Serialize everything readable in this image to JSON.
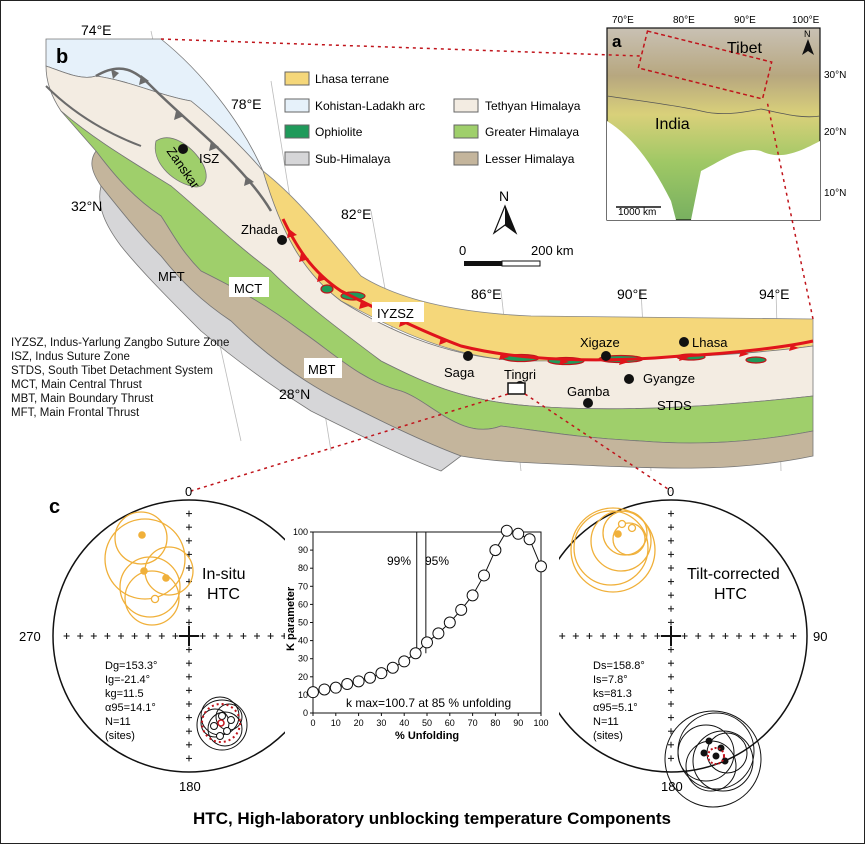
{
  "panels": {
    "a": "a",
    "b": "b",
    "c": "c"
  },
  "inset_map": {
    "lon_ticks": [
      "70°E",
      "80°E",
      "90°E",
      "100°E"
    ],
    "lat_ticks": [
      "30°N",
      "20°N",
      "10°N"
    ],
    "labels": {
      "tibet": "Tibet",
      "india": "India"
    },
    "scale": "1000 km",
    "north": "N"
  },
  "main_map": {
    "lon_ticks": [
      "74°E",
      "78°E",
      "82°E",
      "86°E",
      "90°E",
      "94°E"
    ],
    "lat_ticks": [
      "32°N",
      "28°N"
    ],
    "north": "N",
    "scale": {
      "zero": "0",
      "end": "200 km"
    },
    "features": [
      "ISZ",
      "Zanskar",
      "MFT",
      "MCT",
      "MBT",
      "IYZSZ",
      "STDS"
    ],
    "places": [
      "Zhada",
      "Saga",
      "Tingri",
      "Gamba",
      "Xigaze",
      "Gyangze",
      "Lhasa"
    ],
    "legend": [
      {
        "label": "Lhasa terrane",
        "color": "#f5d77a"
      },
      {
        "label": "Kohistan-Ladakh arc",
        "color": "#e6f1fa"
      },
      {
        "label": "Ophiolite",
        "color": "#1f9a5a"
      },
      {
        "label": "Sub-Himalaya",
        "color": "#d6d6d8"
      },
      {
        "label": "Tethyan Himalaya",
        "color": "#f3ece2"
      },
      {
        "label": "Greater Himalaya",
        "color": "#9fcf6b"
      },
      {
        "label": "Lesser Himalaya",
        "color": "#c4b59c"
      }
    ],
    "abbreviations": [
      "IYZSZ, Indus-Yarlung Zangbo Suture Zone",
      "ISZ, Indus Suture Zone",
      "STDS, South Tibet Detachment System",
      "MCT, Main Central Thrust",
      "MBT, Main Boundary Thrust",
      "MFT, Main Frontal Thrust"
    ]
  },
  "stereonets": {
    "angles": {
      "n": "0",
      "s": "180",
      "w": "270",
      "e": "90"
    },
    "insitu": {
      "title": "In-situ",
      "subtitle": "HTC",
      "stats": [
        "Dg=153.3°",
        "Ig=-21.4°",
        "kg=11.5",
        "α95=14.1°",
        "N=11",
        "(sites)"
      ]
    },
    "tilt": {
      "title": "Tilt-corrected",
      "subtitle": "HTC",
      "stats": [
        "Ds=158.8°",
        "Is=7.8°",
        "ks=81.3",
        "α95=5.1°",
        "N=11",
        "(sites)"
      ]
    }
  },
  "fold_test": {
    "ylabel": "K parameter",
    "xlabel": "% Unfolding",
    "annotation": "k max=100.7 at 85 % unfolding",
    "line99": "99%",
    "line95": "95%"
  },
  "chart_data": {
    "type": "line",
    "title": "",
    "xlabel": "% Unfolding",
    "ylabel": "K parameter",
    "xlim": [
      0,
      100
    ],
    "ylim": [
      0,
      100
    ],
    "x_ticks": [
      "0",
      "10",
      "20",
      "30",
      "40",
      "50",
      "60",
      "70",
      "80",
      "90",
      "100"
    ],
    "y_ticks": [
      "0",
      "10",
      "20",
      "30",
      "40",
      "50",
      "60",
      "70",
      "80",
      "90",
      "100"
    ],
    "critical_lines": [
      {
        "label": "99%",
        "x": 45.5
      },
      {
        "label": "95%",
        "x": 49.5
      }
    ],
    "series": [
      {
        "x": [
          0,
          5,
          10,
          15,
          20,
          25,
          30,
          35,
          40,
          45,
          50,
          55,
          60,
          65,
          70,
          75,
          80,
          85,
          90,
          95,
          100
        ],
        "values": [
          11.5,
          13,
          14,
          16,
          17.5,
          19.5,
          22,
          25,
          28.5,
          33,
          39,
          44,
          50,
          57,
          65,
          76,
          90,
          100.7,
          99,
          96,
          81
        ]
      }
    ]
  },
  "caption": "HTC, High-laboratory unblocking temperature Components"
}
